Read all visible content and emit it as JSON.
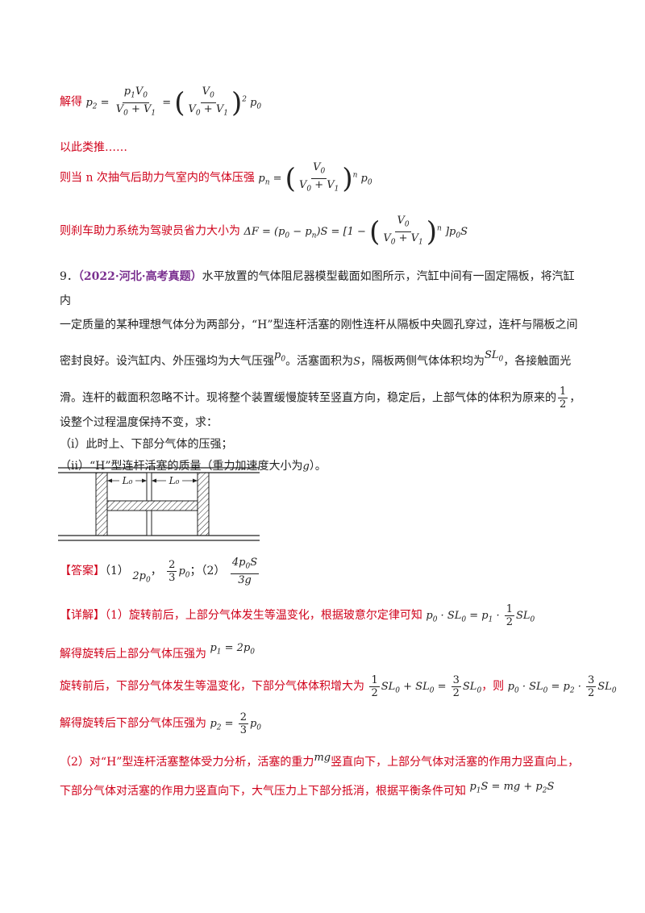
{
  "sol1": {
    "label": "解得"
  },
  "sol2": {
    "text": "以此类推……"
  },
  "sol3": {
    "label": "则当 n 次抽气后助力气室内的气体压强"
  },
  "sol4": {
    "label": "则刹车助力系统为驾驶员省力大小为"
  },
  "problem": {
    "number": "9．",
    "source": "（2022·河北·高考真题）",
    "text1": "水平放置的气体阻尼器模型截面如图所示，汽缸中间有一固定隔板，将汽缸内",
    "text2": "一定质量的某种理想气体分为两部分，“H”型连杆活塞的刚性连杆从隔板中央圆孔穿过，连杆与隔板之间",
    "text3a": "密封良好。设汽缸内、外压强均为大气压强",
    "text3b": "。活塞面积为",
    "text3c": "，隔板两侧气体体积均为",
    "text3d": "，各接触面光",
    "text4a": "滑。连杆的截面积忽略不计。现将整个装置缓慢旋转至竖直方向，稳定后，上部气体的体积为原来的",
    "text4b": "，",
    "text5": "设整个过程温度保持不变，求：",
    "q1": "（i）此时上、下部分气体的压强；",
    "q2a": "（ii）“H”型连杆活塞的质量（重力加速度大小为",
    "q2b": "）。"
  },
  "figure": {
    "label_left": "L₀",
    "label_right": "L₀"
  },
  "answer": {
    "tag": "【答案】",
    "p1": "（1）",
    "sep": "，",
    "p2": "；（2）"
  },
  "detail": {
    "tag": "【详解】",
    "l1": "（1）旋转前后，上部分气体发生等温变化，根据玻意尔定律可知",
    "l2": "解得旋转后上部分气体压强为",
    "l3a": "旋转前后，下部分气体发生等温变化，下部分气体体积增大为",
    "l3b": "，则",
    "l4": "解得旋转后下部分气体压强为",
    "l5a": "（2）对“H”型连杆活塞整体受力分析，活塞的重力",
    "l5b": "竖直向下，上部分气体对活塞的作用力竖直向上，",
    "l6": "下部分气体对活塞的作用力竖直向下，大气压力上下部分抵消，根据平衡条件可知"
  }
}
